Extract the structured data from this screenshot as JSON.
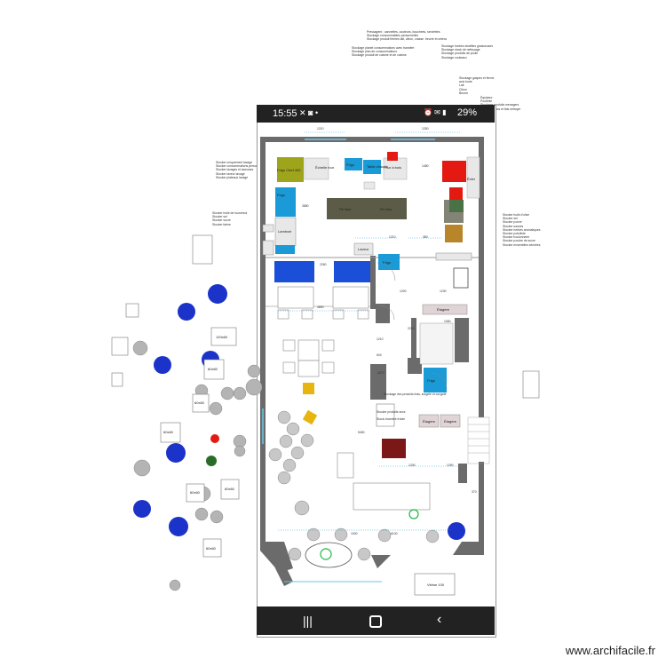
{
  "status_bar": {
    "time": "15:55",
    "battery": "29%"
  },
  "watermark": "www.archifacile.fr",
  "top_notes": {
    "center": [
      "Pressagent : cannettes, couteurs, bouchees, serviettes",
      "Stockage consommables personnelles",
      "Stockage produit fermes lait, citron, crasse, beurre et cetera"
    ],
    "left": [
      "Stockage planet consommations avec transfert",
      "Stockage plan de consommations",
      "Stockage produit de cuisine et de cuisine"
    ],
    "right": [
      "Stockage barbes stratifies graisseuses",
      "Stockage stock de nettoyage",
      "Stockage produits de poule",
      "Stockage couteaux"
    ]
  },
  "right_top_notes": [
    "Stockage gaspes et ferme",
    "auxi toute",
    "Lait",
    "Citron",
    "Beurre"
  ],
  "right_small_notes": [
    "Équipeur",
    "Poubelle",
    "Stockage produits menagers",
    "Stockage bacs et fais nettoyer"
  ],
  "left_notes_1": [
    "Stocker uniquement lavage",
    "Stocker consommations personnelles",
    "Stocker lavages et laveuses",
    "Stocker laveur lavage",
    "Stocker plateaux lavage"
  ],
  "left_notes_2": [
    "Stocker huile de tournesol",
    "Stocker sel",
    "Stocker sucre",
    "Stocker farine"
  ],
  "right_notes_mid": [
    "Stocker huile d'olive",
    "Stocker sel",
    "Stocker poivre",
    "Stocker sauces",
    "Stocker herbes aromatiques",
    "Stocker pots/liste",
    "Stocker boulonnerie",
    "Stocker poudre de sucre",
    "Stocker ensembles séchées"
  ],
  "labels": {
    "frigo_chef": "Frigo Chef 400",
    "echelle_four": "Échelle four",
    "table_chaude": "Table chaude",
    "four_a_bois": "Four à bois",
    "frigo1": "Frigo",
    "frigo2": "Frigo",
    "frigo3": "Frigo",
    "frigo4": "Frigo",
    "fin_four": "Fin four",
    "fin_four_2": "Fin four",
    "laminoir": "Laminoir",
    "laveur": "Laveur",
    "etagere1": "Étagère",
    "etagere2": "Étagère",
    "etagere3": "Étagère",
    "evier": "Évier",
    "vitrine": "Vitrine 100",
    "table_120": "120x60",
    "table_60a": "60x60",
    "table_60b": "60x60",
    "table_60c": "60x60",
    "table_60d": "60x60",
    "table_60e": "60x60",
    "table_60f": "60x60",
    "stock_bas": "Stockage des produits frais, surgelé et congelé",
    "stock_bas2": "Stocker produits secs",
    "stock_bas3": "Stock chambre froide"
  },
  "dims": [
    "1210",
    "1250",
    "1210",
    "1480",
    "380",
    "3880",
    "2260",
    "4890",
    "1200",
    "1050",
    "1230",
    "600",
    "5450",
    "2210",
    "1210",
    "4270",
    "370",
    "1000",
    "6100",
    "1200",
    "1250"
  ],
  "colors": {
    "wall": "#6b6b6b",
    "fridge_blue": "#1a9ad6",
    "dark_blue": "#1b4fd8",
    "olive": "#9ea51b",
    "red": "#e41a12",
    "green": "#1bb845",
    "dark_olive": "#5b5b48",
    "brown": "#b8852a",
    "plant_blue": "#1b33c8"
  }
}
